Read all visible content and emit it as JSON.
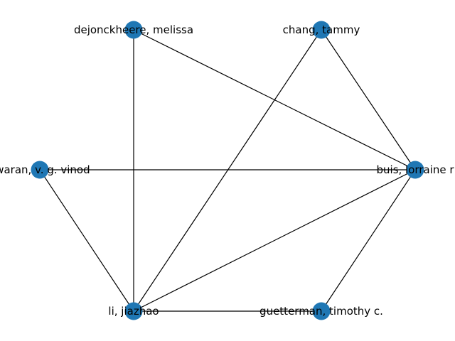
{
  "graph": {
    "node_color": "#1f77b4",
    "edge_color": "#000000",
    "nodes": [
      {
        "id": "dejonckheere",
        "label": "dejonckheere, melissa"
      },
      {
        "id": "chang",
        "label": "chang, tammy"
      },
      {
        "id": "vinod",
        "label": "swaran, v. g. vinod"
      },
      {
        "id": "buis",
        "label": "buis, lorraine r"
      },
      {
        "id": "li",
        "label": "li, jiazhao"
      },
      {
        "id": "guetterman",
        "label": "guetterman, timothy c."
      }
    ],
    "edges": [
      [
        "dejonckheere",
        "li"
      ],
      [
        "dejonckheere",
        "buis"
      ],
      [
        "chang",
        "li"
      ],
      [
        "chang",
        "buis"
      ],
      [
        "vinod",
        "buis"
      ],
      [
        "vinod",
        "li"
      ],
      [
        "li",
        "buis"
      ],
      [
        "li",
        "guetterman"
      ],
      [
        "guetterman",
        "buis"
      ]
    ]
  }
}
